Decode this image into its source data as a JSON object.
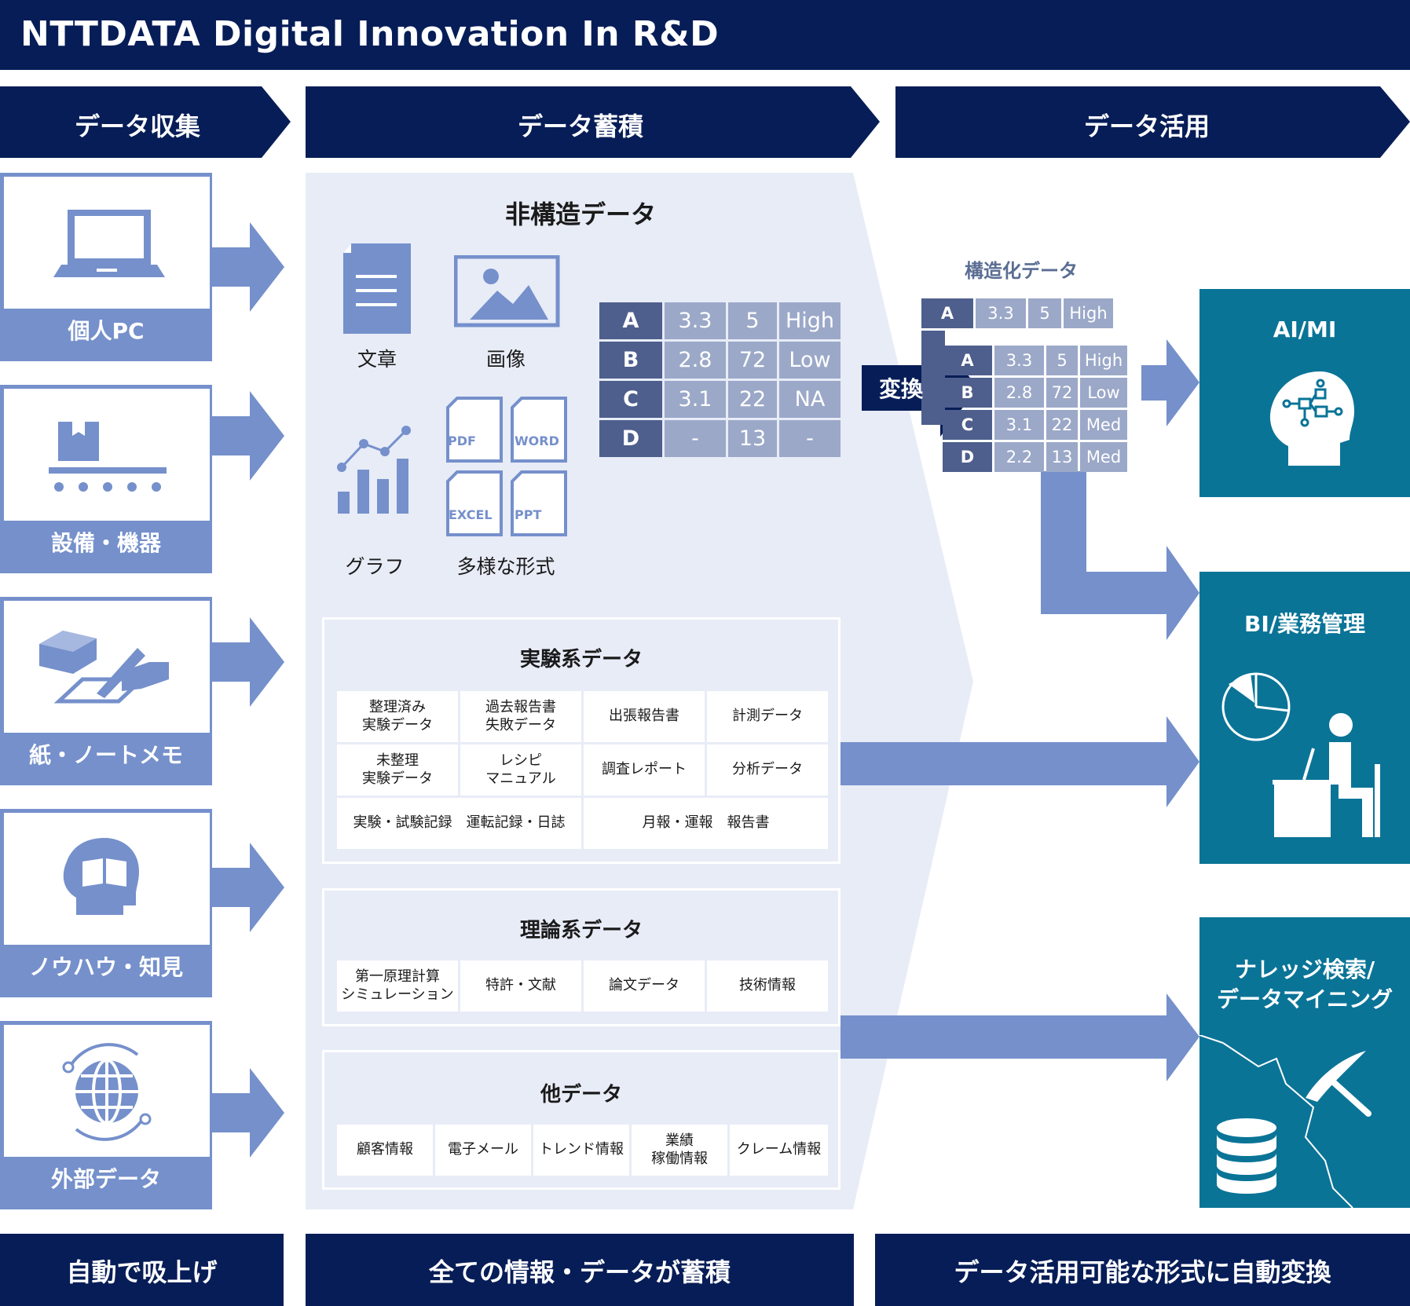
{
  "title": "NTTDATA Digital Innovation In R&D",
  "stages": [
    "データ収集",
    "データ蓄積",
    "データ活用"
  ],
  "sources": [
    "個人PC",
    "設備・機器",
    "紙・ノートメモ",
    "ノウハウ・知見",
    "外部データ"
  ],
  "icons": {
    "source": [
      "laptop-icon",
      "conveyor-icon",
      "paper-writing-icon",
      "knowledge-head-icon",
      "globe-icon"
    ],
    "unstructured": [
      "document-icon",
      "image-icon",
      "graph-icon",
      "file-formats-icon"
    ],
    "usage": [
      "ai-head-icon",
      "bi-chart-desk-icon",
      "mining-database-icon"
    ]
  },
  "unstructured": {
    "title": "非構造データ",
    "captions": [
      "文章",
      "画像",
      "グラフ",
      "多様な形式"
    ],
    "file_types": [
      "PDF",
      "WORD",
      "EXCEL",
      "PPT"
    ]
  },
  "data_table": {
    "rows": [
      [
        "A",
        "3.3",
        "5",
        "High"
      ],
      [
        "B",
        "2.8",
        "72",
        "Low"
      ],
      [
        "C",
        "3.1",
        "22",
        "NA"
      ],
      [
        "D",
        "-",
        "13",
        "-"
      ]
    ]
  },
  "experimental": {
    "title": "実験系データ",
    "cells": [
      "整理済み\n実験データ",
      "過去報告書\n失敗データ",
      "出張報告書",
      "計測データ",
      "未整理\n実験データ",
      "レシピ\nマニュアル",
      "調査レポート",
      "分析データ",
      "実験・試験記録　運転記録・日誌",
      "月報・運報　報告書"
    ]
  },
  "theoretical": {
    "title": "理論系データ",
    "cells": [
      "第一原理計算\nシミュレーション",
      "特許・文献",
      "論文データ",
      "技術情報"
    ]
  },
  "other": {
    "title": "他データ",
    "cells": [
      "顧客情報",
      "電子メール",
      "トレンド情報",
      "業績\n稼働情報",
      "クレーム情報"
    ]
  },
  "structured": {
    "label": "構造化データ",
    "convert": "変換",
    "back_row": [
      "A",
      "3.3",
      "5",
      "High"
    ],
    "rows": [
      [
        "A",
        "3.3",
        "5",
        "High"
      ],
      [
        "B",
        "2.8",
        "72",
        "Low"
      ],
      [
        "C",
        "3.1",
        "22",
        "Med"
      ],
      [
        "D",
        "2.2",
        "13",
        "Med"
      ]
    ]
  },
  "usage": [
    "AI/MI",
    "BI/業務管理",
    "ナレッジ検索/\nデータマイニング"
  ],
  "bottom": [
    "自動で吸上げ",
    "全ての情報・データが蓄積",
    "データ活用可能な形式に自動変換"
  ],
  "colors": {
    "navy": "#071d57",
    "mid_blue": "#7590cb",
    "pale": "#e8ecf7",
    "teal": "#0a7497"
  }
}
